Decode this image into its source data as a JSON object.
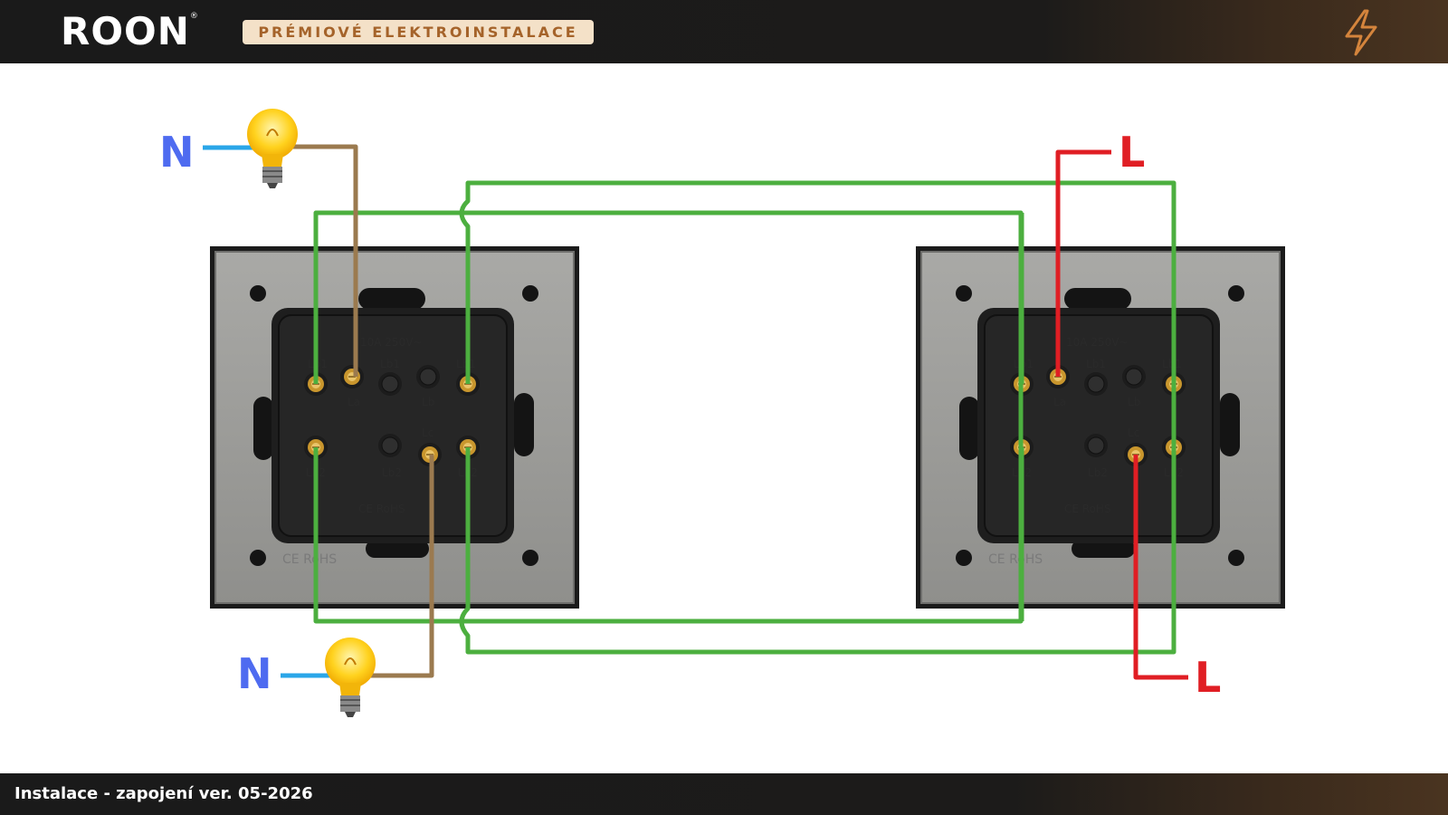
{
  "header": {
    "logo": "ROON",
    "logo_mark": "®",
    "tagline": "PRÉMIOVÉ ELEKTROINSTALACE",
    "icon": "lightning-bolt-icon",
    "accent_color": "#d4843c"
  },
  "footer": {
    "text": "Instalace - zapojení ver. 05-2026"
  },
  "diagram": {
    "labels": {
      "neutral_top": "N",
      "neutral_bottom": "N",
      "live_top": "L",
      "live_bottom": "L"
    },
    "switch_markings": {
      "rating": "10A 250V~",
      "t1": "Lb1",
      "t2": "La",
      "t3": "Lb1",
      "t4": "Lb",
      "t5": "Lb1",
      "t6": "Lb2",
      "t7": "Lb2",
      "t8": "Lc",
      "t9": "Lb2",
      "cert": "CE RoHS"
    },
    "wire_colors": {
      "neutral": "#2aa6e8",
      "live": "#e01e24",
      "switched": "#9b7a4f",
      "traveler": "#4caf3f"
    }
  }
}
